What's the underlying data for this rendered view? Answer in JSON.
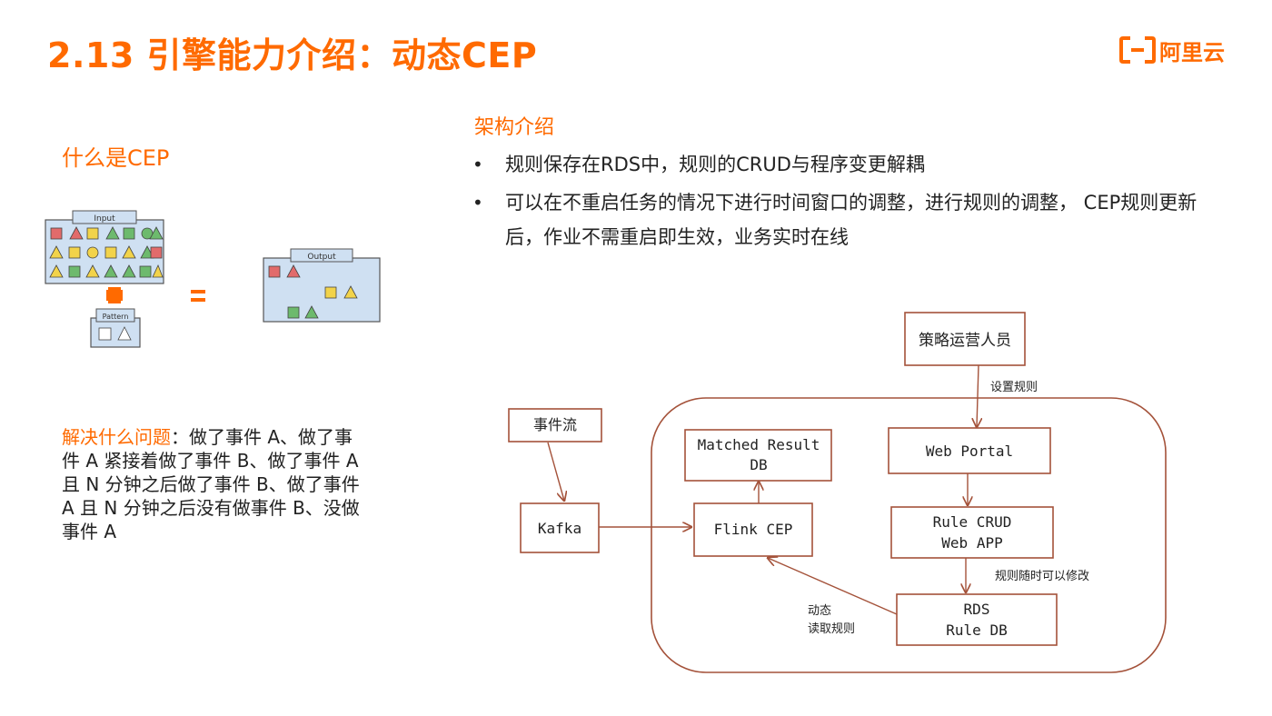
{
  "header": {
    "title": "2.13 引擎能力介绍：动态CEP",
    "logo_text": "阿里云",
    "logo_icon": "aliyun-logo-icon",
    "accent_color": "#ff6a00"
  },
  "left": {
    "cep_heading": "什么是CEP",
    "figure": {
      "input_label": "Input",
      "pattern_label": "Pattern",
      "output_label": "Output",
      "plus": "+",
      "equals": "="
    },
    "problem_label": "解决什么问题",
    "problem_text": "：做了事件 A、做了事件 A 紧接着做了事件 B、做了事件 A 且 N 分钟之后做了事件 B、做了事件 A 且 N 分钟之后没有做事件 B、没做事件 A"
  },
  "right": {
    "arch_heading": "架构介绍",
    "bullets": [
      "规则保存在RDS中，规则的CRUD与程序变更解耦",
      "可以在不重启任务的情况下进行时间窗口的调整，进行规则的调整， CEP规则更新后，作业不需重启即生效，业务实时在线"
    ],
    "bullet_symbol": "•"
  },
  "diagram": {
    "nodes": {
      "operator": "策略运营人员",
      "event_stream": "事件流",
      "kafka": "Kafka",
      "flink": "Flink CEP",
      "matched_line1": "Matched Result",
      "matched_line2": "DB",
      "web_portal": "Web Portal",
      "rule_crud_line1": "Rule CRUD",
      "rule_crud_line2": "Web APP",
      "rds_line1": "RDS",
      "rds_line2": "Rule DB"
    },
    "labels": {
      "set_rules": "设置规则",
      "modify_rules": "规则随时可以修改",
      "dynamic_line1": "动态",
      "dynamic_line2": "读取规则"
    },
    "stroke_color": "#a4523a"
  }
}
